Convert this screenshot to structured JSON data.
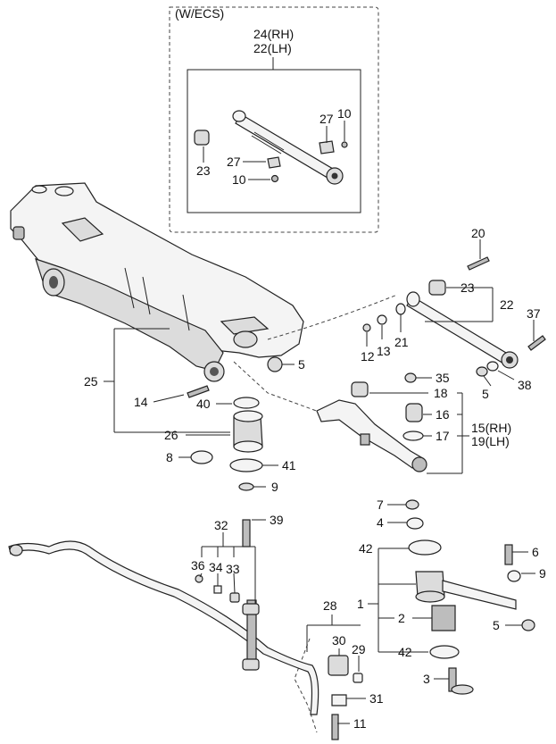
{
  "ecs_box": {
    "title": "(W/ECS)",
    "header_line1": "24(RH)",
    "header_line2": "22(LH)",
    "labels": {
      "l27a": "27",
      "l10a": "10",
      "l23": "23",
      "l27b": "27",
      "l10b": "10"
    }
  },
  "callouts": {
    "c20": "20",
    "c23": "23",
    "c22": "22",
    "c37": "37",
    "c12": "12",
    "c13": "13",
    "c21": "21",
    "c5a": "5",
    "c5b": "5",
    "c38": "38",
    "c25": "25",
    "c14": "14",
    "c40": "40",
    "c35": "35",
    "c18": "18",
    "c16": "16",
    "c15": "15(RH)",
    "c19": "19(LH)",
    "c17": "17",
    "c26": "26",
    "c8": "8",
    "c41": "41",
    "c9a": "9",
    "c7": "7",
    "c4": "4",
    "c32": "32",
    "c39": "39",
    "c36": "36",
    "c34": "34",
    "c33": "33",
    "c42a": "42",
    "c6": "6",
    "c9b": "9",
    "c1": "1",
    "c2": "2",
    "c5c": "5",
    "c42b": "42",
    "c3": "3",
    "c28": "28",
    "c30": "30",
    "c29": "29",
    "c31": "31",
    "c11": "11"
  }
}
